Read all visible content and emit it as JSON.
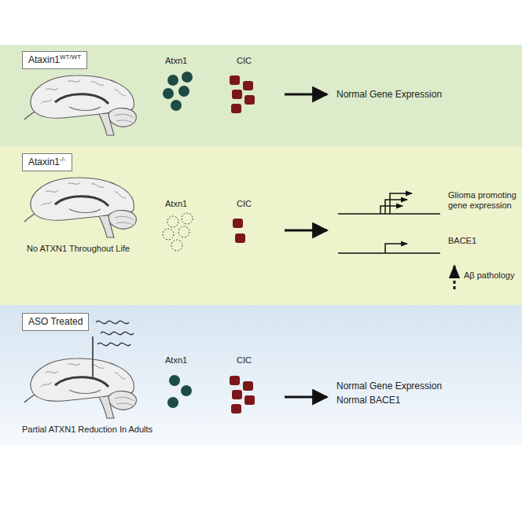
{
  "diagram": {
    "nodes": [
      {
        "text": [
          "Atxn1",
          "CIC",
          "Normal Gene Expression"
        ]
      },
      {
        "text": [
          "Ataxin1",
          "WT/WT"
        ],
        "in": 0
      },
      {
        "text": [
          "No ATXN1 Throughout Life",
          "Atxn1",
          "CIC",
          "Glioma promoting gene expression",
          "BACE1",
          "Aβ pathology"
        ]
      },
      {
        "text": [
          "Ataxin1",
          "-/-"
        ],
        "in": 2
      },
      {
        "text": [
          "Partial ATXN1 Reduction In Adults",
          "Atxn1",
          "CIC",
          "Normal Gene Expression",
          "Normal BACE1"
        ]
      },
      {
        "text": [
          "ASO Treated"
        ],
        "in": 4
      }
    ]
  }
}
